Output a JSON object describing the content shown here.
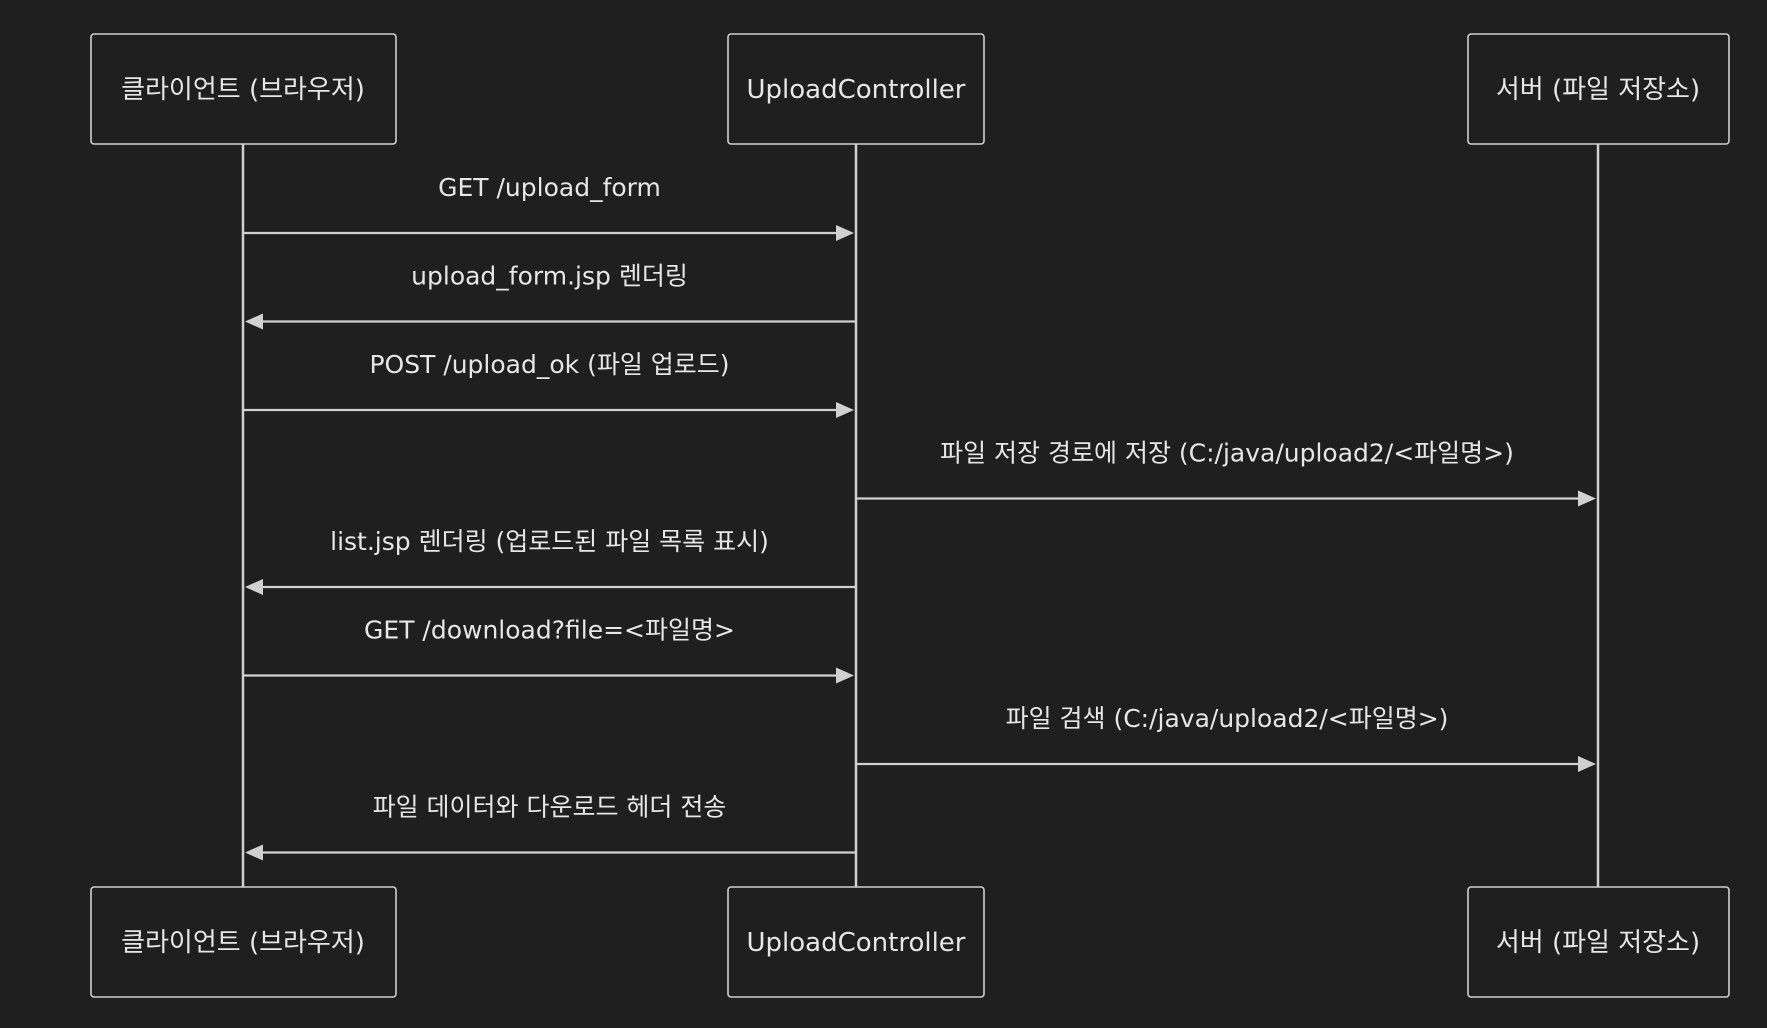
{
  "participants": [
    {
      "id": "client",
      "label": "클라이언트 (브라우저)"
    },
    {
      "id": "controller",
      "label": "UploadController"
    },
    {
      "id": "server",
      "label": "서버 (파일 저장소)"
    }
  ],
  "messages": [
    {
      "from": "client",
      "to": "controller",
      "label": "GET /upload_form"
    },
    {
      "from": "controller",
      "to": "client",
      "label": "upload_form.jsp 렌더링"
    },
    {
      "from": "client",
      "to": "controller",
      "label": "POST /upload_ok (파일 업로드)"
    },
    {
      "from": "controller",
      "to": "server",
      "label": "파일 저장 경로에 저장 (C:/java/upload2/<파일명>)"
    },
    {
      "from": "controller",
      "to": "client",
      "label": "list.jsp 렌더링 (업로드된 파일 목록 표시)"
    },
    {
      "from": "client",
      "to": "controller",
      "label": "GET /download?file=<파일명>"
    },
    {
      "from": "controller",
      "to": "server",
      "label": "파일 검색 (C:/java/upload2/<파일명>)"
    },
    {
      "from": "controller",
      "to": "client",
      "label": "파일 데이터와 다운로드 헤더 전송"
    }
  ]
}
